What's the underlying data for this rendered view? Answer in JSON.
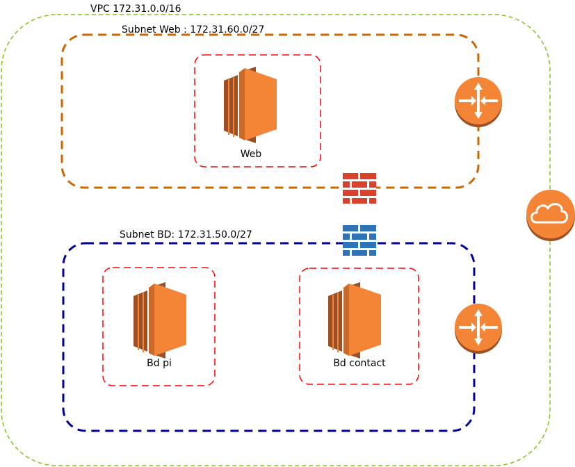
{
  "vpc": {
    "label": "VPC 172.31.0.0/16",
    "border_color": "#7dc41f"
  },
  "subnet_web": {
    "label": "Subnet Web : 172.31.60.0/27",
    "border_color": "#cc6600"
  },
  "subnet_bd": {
    "label": "Subnet BD: 172.31.50.0/27",
    "border_color": "#000099"
  },
  "instances": [
    {
      "label": "Web"
    },
    {
      "label": "Bd pi"
    },
    {
      "label": "Bd contact"
    }
  ],
  "colors": {
    "instance_border": "#ff0000",
    "ec2_orange": "#f58536",
    "ec2_dark": "#9d5025",
    "router": "#f58536",
    "router_shadow": "#9d5025",
    "firewall_red": "#d9412b",
    "firewall_blue": "#2e73b8"
  },
  "icons": {
    "ec2": "ec2-instance-icon",
    "router": "router-icon",
    "firewall": "firewall-icon",
    "internet_gateway": "internet-gateway-cloud-icon"
  }
}
